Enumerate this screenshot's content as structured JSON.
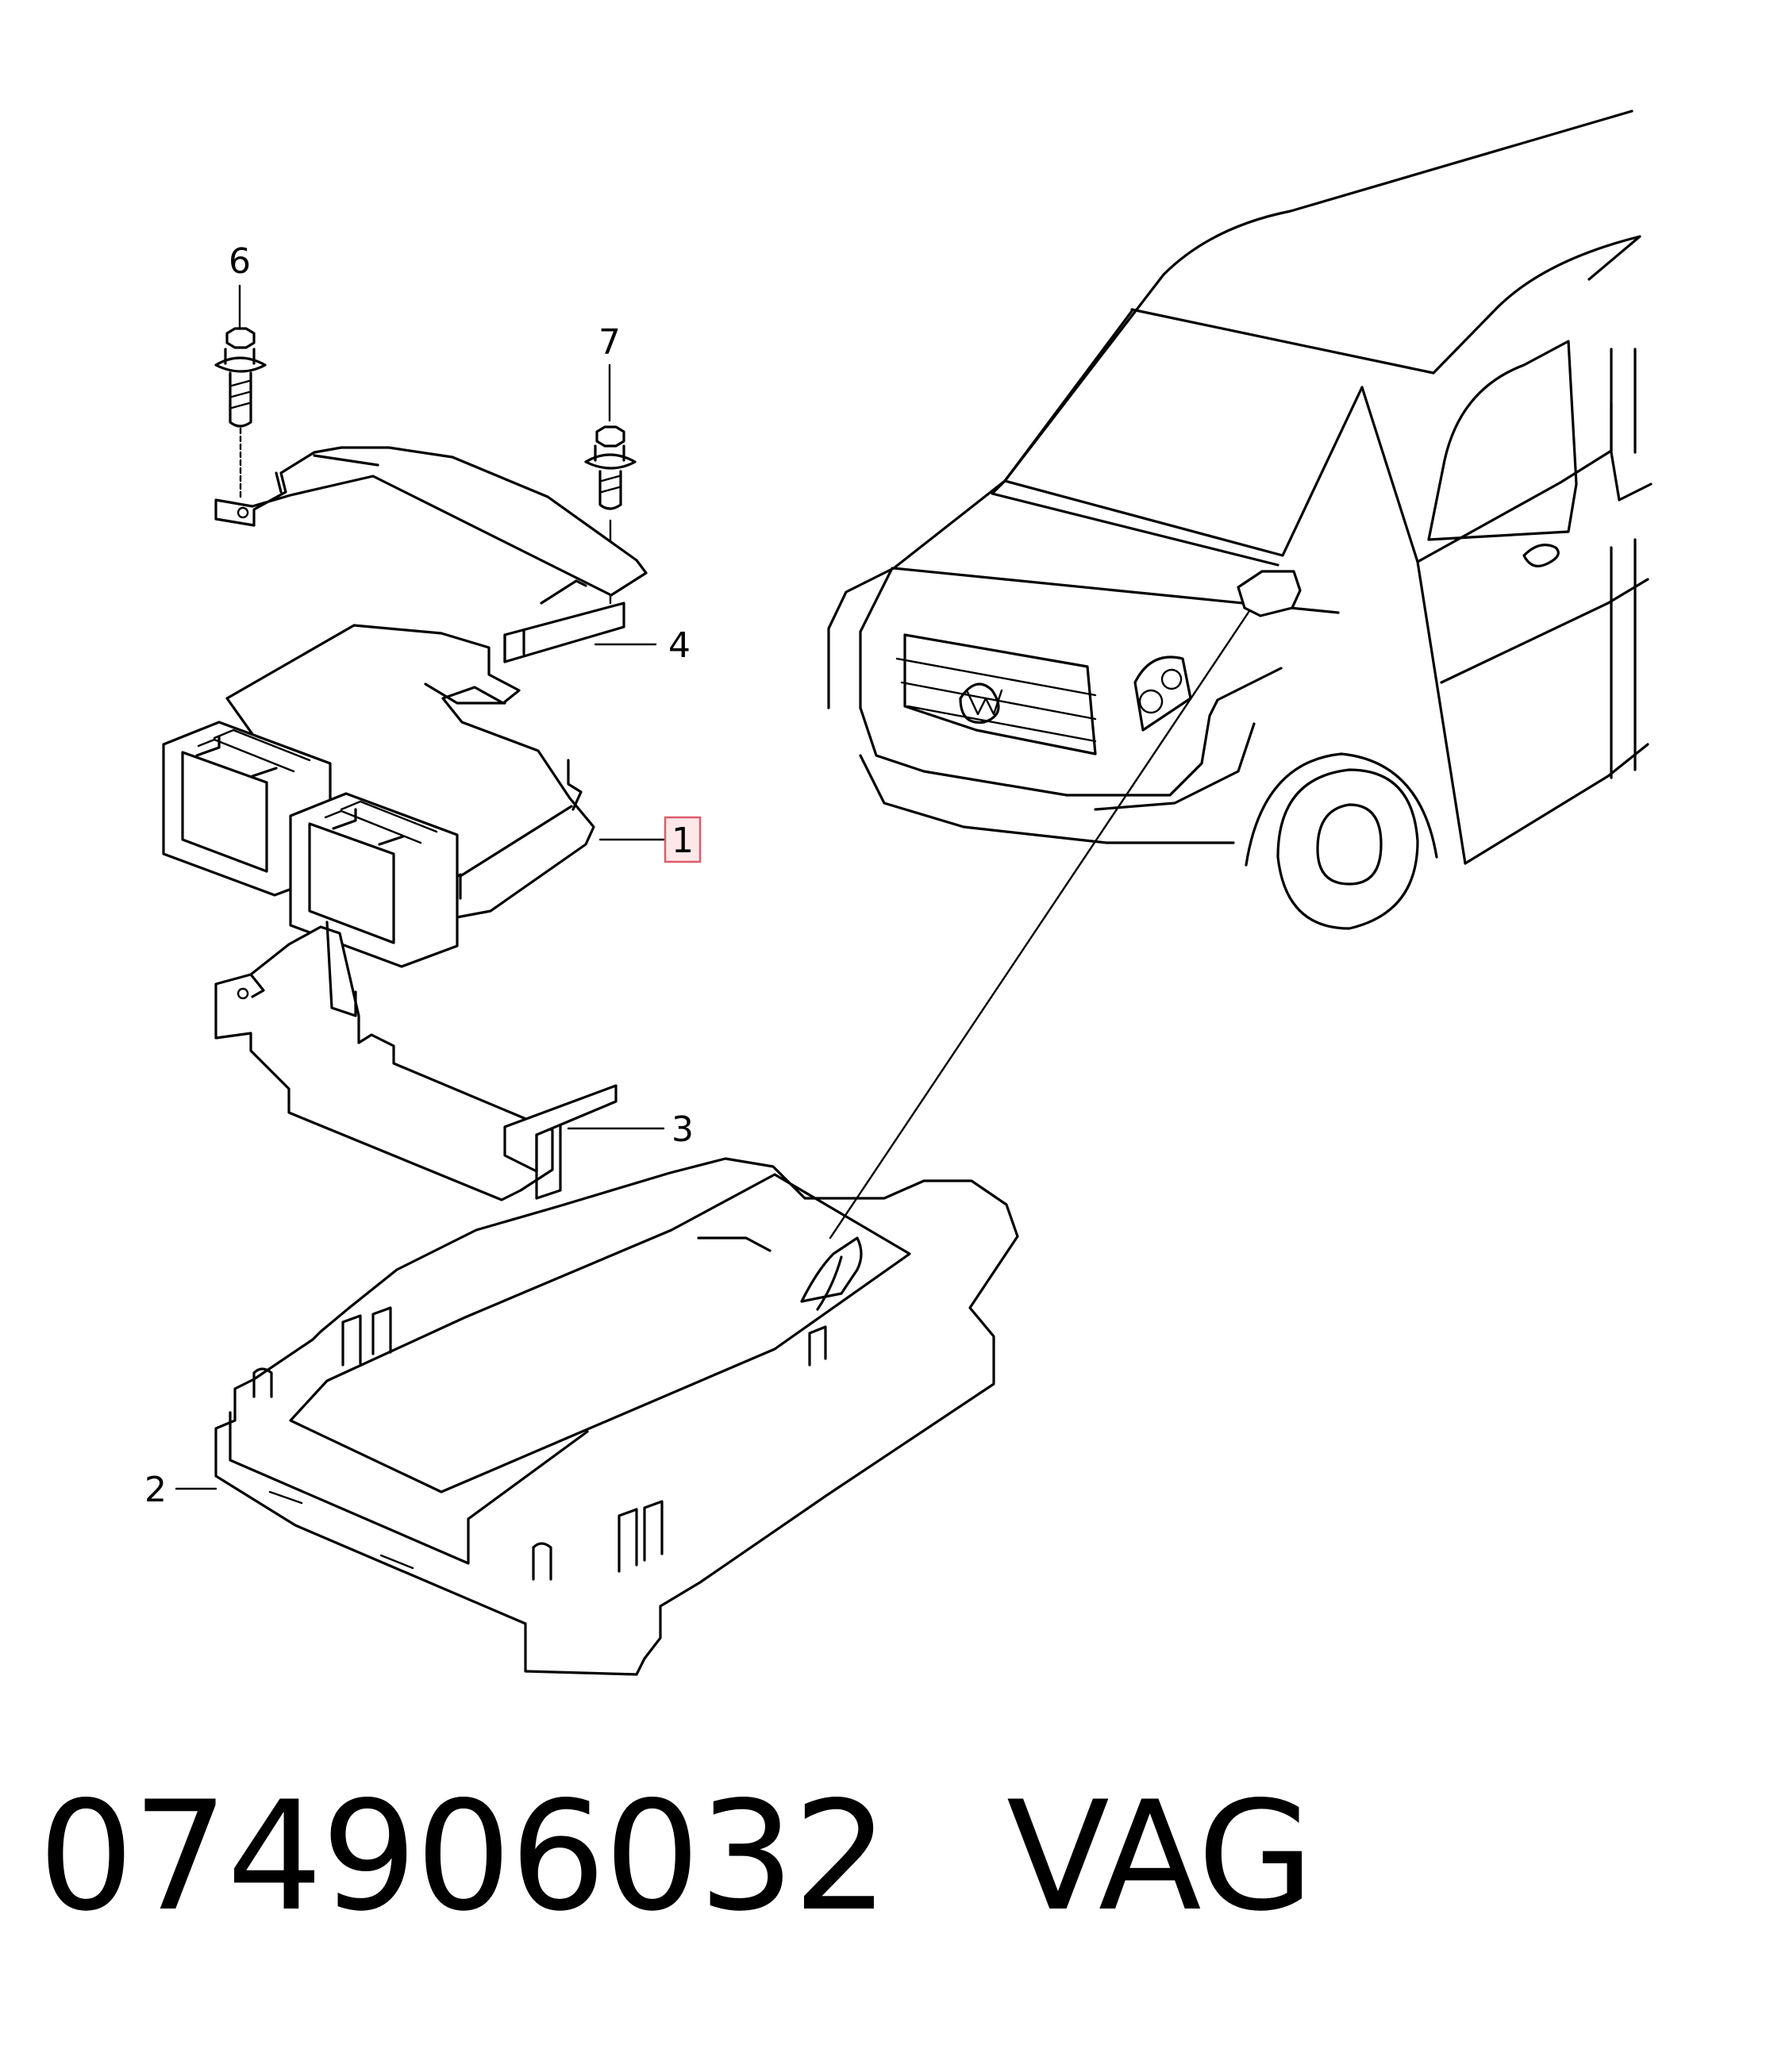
{
  "callouts": {
    "c1": "1",
    "c2": "2",
    "c3": "3",
    "c4": "4",
    "c6": "6",
    "c7": "7"
  },
  "caption": {
    "part_number": "074906032",
    "brand": "VAG"
  },
  "colors": {
    "highlight_fill": "#fde7e9",
    "highlight_stroke": "#e05a6a",
    "line": "#000000"
  }
}
